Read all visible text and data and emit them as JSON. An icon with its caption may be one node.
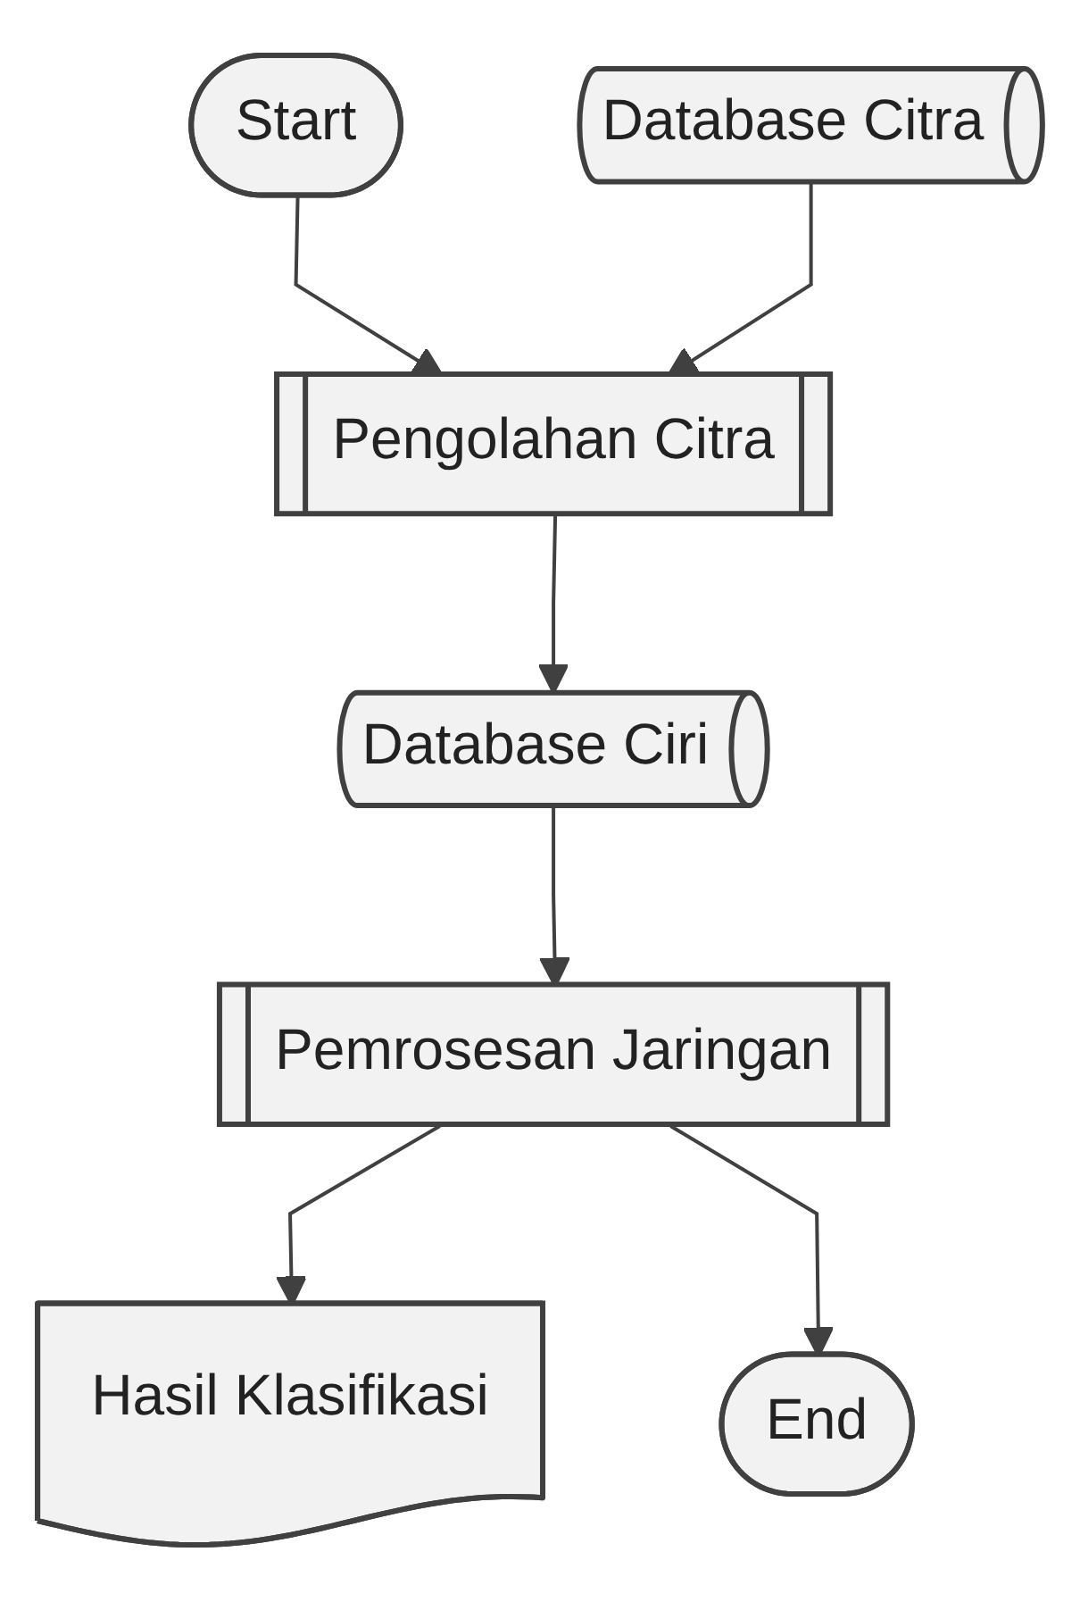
{
  "diagram": {
    "nodes": [
      {
        "text": [
          "Start"
        ]
      },
      {
        "text": [
          "Pengolahan Citra"
        ]
      },
      {
        "text": [
          "Database Citra"
        ]
      },
      {
        "text": [
          "Database Ciri"
        ]
      },
      {
        "text": [
          "Pemrosesan Jaringan"
        ]
      },
      {
        "text": [
          "Hasil Klasifikasi"
        ]
      },
      {
        "text": [
          "End"
        ]
      }
    ],
    "edges": [
      {
        "from": 0,
        "to": 1,
        "arrow": "to"
      },
      {
        "from": 2,
        "to": 1,
        "arrow": "to"
      },
      {
        "from": 1,
        "to": 3,
        "arrow": "to"
      },
      {
        "from": 3,
        "to": 4,
        "arrow": "to"
      },
      {
        "from": 4,
        "to": 5,
        "arrow": "to"
      },
      {
        "from": 4,
        "to": 6,
        "arrow": "to"
      }
    ]
  }
}
